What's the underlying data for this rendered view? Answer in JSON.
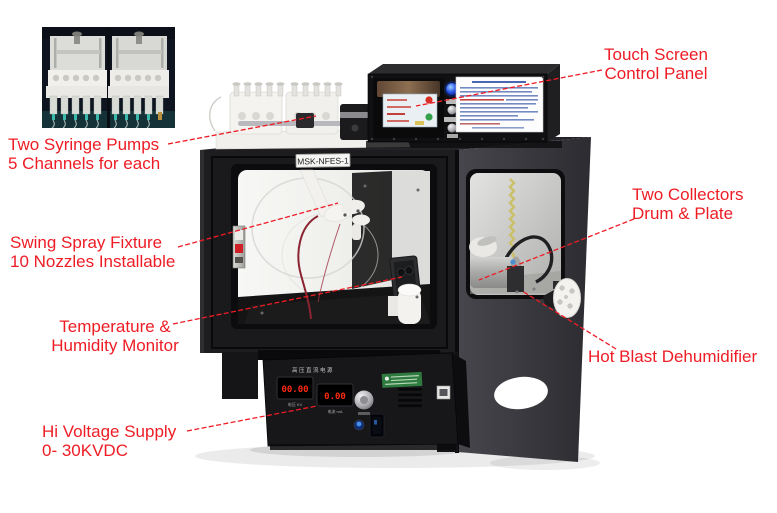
{
  "colors": {
    "annotation_red": "#ee1c25",
    "led_digit_red": "#ff2a12",
    "machine_body_black": "#1b1b1d",
    "background": "#ffffff"
  },
  "annotations": {
    "syringe_pumps": {
      "line1": "Two Syringe Pumps",
      "line2": "5 Channels for each"
    },
    "touch_screen": {
      "line1": "Touch Screen",
      "line2": "Control Panel"
    },
    "swing_spray": {
      "line1": "Swing Spray Fixture",
      "line2": "10 Nozzles Installable"
    },
    "temp_monitor": {
      "line1": "Temperature &",
      "line2": "Humidity Monitor"
    },
    "collectors": {
      "line1": "Two Collectors",
      "line2": "Drum & Plate"
    },
    "dehumidifier": {
      "line1": "Hot Blast Dehumidifier"
    },
    "hv_supply": {
      "line1": "Hi Voltage Supply",
      "line2": "0- 30KVDC"
    }
  },
  "machine": {
    "model_label": "MSK-NFES-1",
    "hv_panel": {
      "title": "高压直流电源",
      "voltage_display": "00.00",
      "current_display": "0.00",
      "voltage_unit": "电压 KV",
      "current_unit": "电流 mA"
    }
  }
}
